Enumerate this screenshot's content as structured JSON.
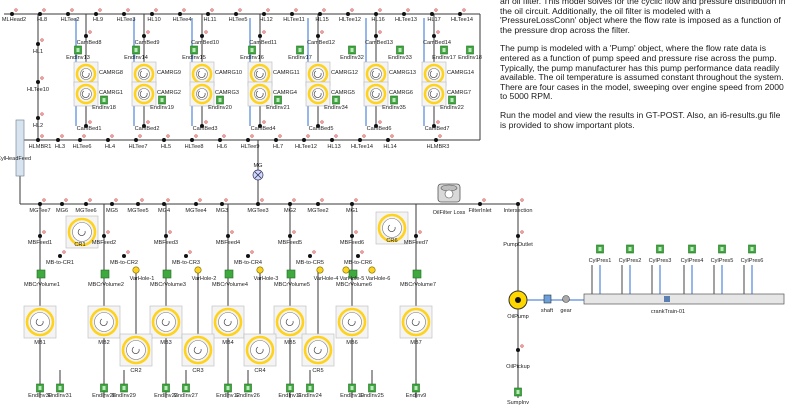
{
  "description": [
    "an oil filter. This model solves for the cyclic flow and pressure distribution in the oil circuit. Additionally, the oil filter is modeled with a 'PressureLossConn' object where the flow rate is imposed as a function of the pressure drop across the filter.",
    "The pump is modeled with a 'Pump' object, where the flow rate data is entered as a function of pump speed and pressure rise across the pump. Typically, the pump manufacturer has this pump performance data readily available. The oil temperature is assumed constant throughout the system. There are four cases in the model, sweeping over engine speed from 2000 to 5000 RPM.",
    "Run the model and view the results in GT-POST. Also, an i6-results.gu file is provided to show important plots."
  ],
  "labels": {
    "top_row": [
      "MLHead2",
      "HL8",
      "HLTee2",
      "HL9",
      "HLTee3",
      "HL10",
      "HLTee4",
      "HL11",
      "HLTee5",
      "HL12",
      "HLTee11",
      "HL15",
      "HLTee12",
      "HL16",
      "HLTee13",
      "HL17",
      "HLTee14"
    ],
    "cam_top": [
      "CamBed8",
      "CamBed9",
      "CamBed10",
      "CamBed11",
      "CamBed12",
      "CamBed13",
      "CamBed14"
    ],
    "endinv_top": [
      "EndInv13",
      "EndInv14",
      "EndInv15",
      "EndInv16",
      "EndInv17",
      "EndInv32",
      "EndInv33",
      "EndInv17",
      "EndInv18"
    ],
    "camring_top": [
      "CAMRG8",
      "CAMRG9",
      "CAMRG10",
      "CAMRG11",
      "CAMRG12",
      "CAMRG13",
      "CAMRG14"
    ],
    "camring_bot": [
      "CAMRG1",
      "CAMRG2",
      "CAMRG3",
      "CAMRG4",
      "CAMRG5",
      "CAMRG6",
      "CAMRG7"
    ],
    "endinv_mid": [
      "EndInv18",
      "EndInv19",
      "EndInv20",
      "EndInv21",
      "EndInv34",
      "EndInv35",
      "EndInv22"
    ],
    "cam_bot": [
      "CamBed1",
      "CamBed2",
      "CamBed3",
      "CamBed4",
      "CamBed5",
      "CamBed6",
      "CamBed7"
    ],
    "mid_row": [
      "HLMBR1",
      "HL3",
      "HLTee6",
      "HL4",
      "HLTee7",
      "HL5",
      "HLTee8",
      "HL6",
      "HLTee9",
      "HL7",
      "HLTee12",
      "HL13",
      "HLTee14",
      "HL14",
      "HLMBR3"
    ],
    "left_col": [
      "HL1",
      "HLTee10",
      "HL2"
    ],
    "feed": "CylHeadFeed",
    "gallery_row": [
      "MGTee7",
      "MG6",
      "MGTee6",
      "MG5",
      "MGTee5",
      "MG4",
      "MGTee4",
      "MG3",
      "MGTee3",
      "MG2",
      "MGTee2",
      "MG1",
      "FilterInlet",
      "Intersection"
    ],
    "mbfeed": [
      "MBFeed1",
      "MBFeed2",
      "MBFeed3",
      "MBFeed4",
      "MBFeed5",
      "MBFeed6",
      "MBFeed7"
    ],
    "mbvol": [
      "MBCrVolume1",
      "MBCrVolume2",
      "MBCrVolume3",
      "MBCrVolume4",
      "MBCrVolume5",
      "MBCrVolume6",
      "MBCrVolume7"
    ],
    "mbcr": [
      "MB-to-CR1",
      "MB-to-CR2",
      "MB-to-CR3",
      "MB-to-CR4",
      "MB-to-CR5",
      "MB-to-CR6"
    ],
    "varholes": [
      "VarHole-1",
      "VarHole-2",
      "VarHole-3",
      "VarHole-4",
      "VarHole-5",
      "VarHole-6"
    ],
    "main_brg": [
      "MB1",
      "MB2",
      "MB3",
      "MB4",
      "MB5",
      "MB6",
      "MB7"
    ],
    "conrod": [
      "CR1",
      "CR2",
      "CR3",
      "CR4",
      "CR5",
      "CR6"
    ],
    "endinv_bot": [
      "EndInv30",
      "EndInv31",
      "EndInv28",
      "EndInv29",
      "EndInv23",
      "EndInv27",
      "EndInv12",
      "EndInv26",
      "EndInv11",
      "EndInv24",
      "EndInv10",
      "EndInv25",
      "EndInv9"
    ],
    "filter": "OilFilter Loss",
    "pump_outlet": "PumpOutlet",
    "pump": "OilPump",
    "shaft": "shaft",
    "gear": "gear",
    "crank": "crankTrain-01",
    "cylpres": [
      "CylPres1",
      "CylPres2",
      "CylPres3",
      "CylPres4",
      "CylPres5",
      "CylPres6"
    ],
    "pickup": "OilPickup",
    "sump": "SumpInv",
    "misc": "MG"
  },
  "colors": {
    "pipe": "#3a3a3a",
    "wire": "#2f6fd6",
    "endinv": "#3fa83f",
    "ring": "#ffd21c",
    "pump": "#ffd700"
  }
}
